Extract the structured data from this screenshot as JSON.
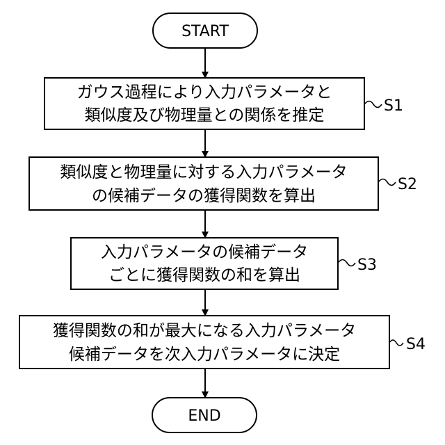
{
  "flowchart": {
    "start": "START",
    "end": "END",
    "steps": [
      {
        "id": "S1",
        "lines": [
          "ガウス過程により入力パラメータと",
          "類似度及び物理量との関係を推定"
        ]
      },
      {
        "id": "S2",
        "lines": [
          "類似度と物理量に対する入力パラメータ",
          "の候補データの獲得関数を算出"
        ]
      },
      {
        "id": "S3",
        "lines": [
          "入力パラメータの候補データ",
          "ごとに獲得関数の和を算出"
        ]
      },
      {
        "id": "S4",
        "lines": [
          "獲得関数の和が最大になる入力パラメータ",
          "候補データを次入力パラメータに決定"
        ]
      }
    ]
  }
}
